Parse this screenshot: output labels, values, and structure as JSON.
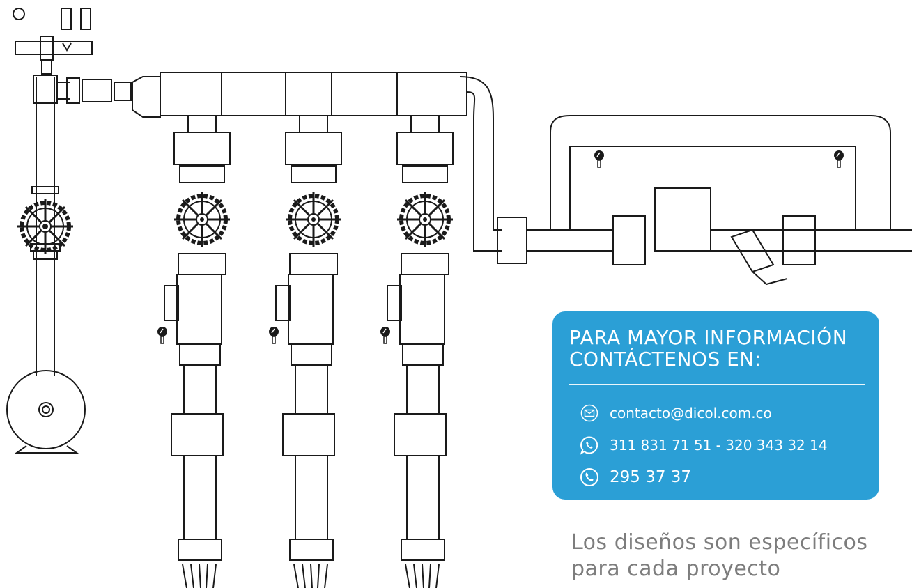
{
  "contact": {
    "heading_line1": "PARA MAYOR INFORMACIÓN",
    "heading_line2": "CONTÁCTENOS EN:",
    "email": "contacto@dicol.com.co",
    "mobiles": "311 831 71 51 - 320 343 32 14",
    "landline": "295 37 37",
    "icons": [
      "envelope-icon",
      "whatsapp-icon",
      "phone-icon"
    ],
    "card_color": "#2b9fd6"
  },
  "footnote": {
    "line1": "Los diseños son específicos",
    "line2": "para cada proyecto"
  },
  "colors": {
    "line": "#1a1a1a",
    "footnote": "#7d7d7d"
  }
}
